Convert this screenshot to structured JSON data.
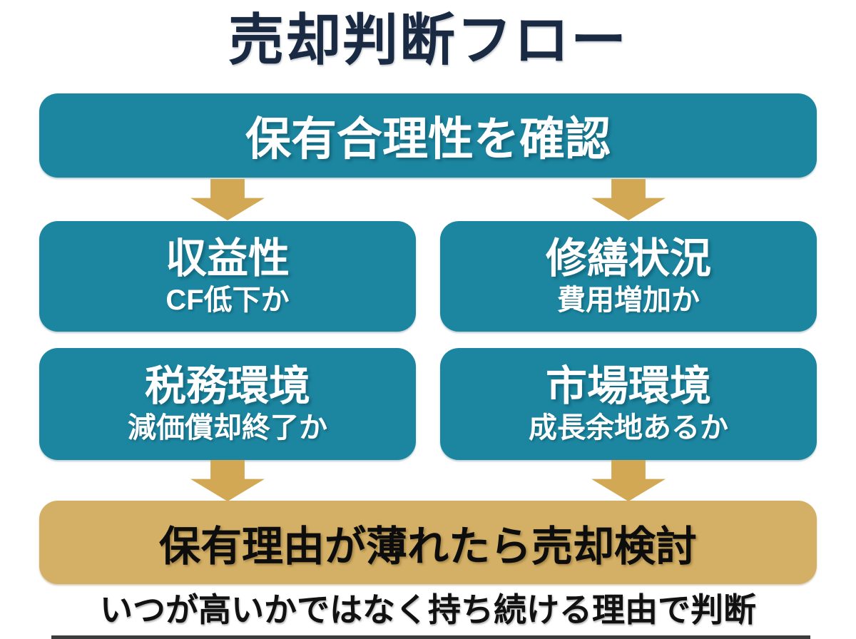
{
  "title": "売却判断フロー",
  "top_banner": {
    "label": "保有合理性を確認"
  },
  "boxes": [
    {
      "title": "収益性",
      "subtitle": "CF低下か"
    },
    {
      "title": "修繕状況",
      "subtitle": "費用増加か"
    },
    {
      "title": "税務環境",
      "subtitle": "減価償却終了か"
    },
    {
      "title": "市場環境",
      "subtitle": "成長余地あるか"
    }
  ],
  "bottom_banner": {
    "label": "保有理由が薄れたら売却検討"
  },
  "footer": {
    "label": "いつが高いかではなく持ち続ける理由で判断"
  },
  "icons": {
    "arrows": "arrow-down-icon"
  },
  "colors": {
    "teal": "#1c86a0",
    "gold_banner": "#d4b066",
    "gold_arrow": "#d2a855",
    "title_navy": "#1a2a42",
    "text_white": "#ffffff",
    "text_black": "#111111",
    "background": "#ffffff"
  }
}
